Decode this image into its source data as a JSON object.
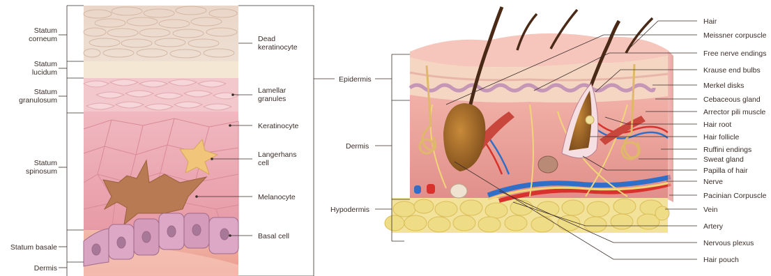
{
  "left_panel": {
    "layers_left": [
      {
        "id": "stratum-corneum",
        "lines": [
          "Statum",
          "corneum"
        ]
      },
      {
        "id": "stratum-lucidum",
        "lines": [
          "Statum",
          "lucidum"
        ]
      },
      {
        "id": "stratum-granulosum",
        "lines": [
          "Statum",
          "granulosum"
        ]
      },
      {
        "id": "stratum-spinosum",
        "lines": [
          "Statum",
          "spinosum"
        ]
      },
      {
        "id": "stratum-basale",
        "lines": [
          "Statum basale"
        ]
      },
      {
        "id": "dermis",
        "lines": [
          "Dermis"
        ]
      }
    ],
    "labels_right": [
      {
        "id": "dead-keratinocyte",
        "lines": [
          "Dead",
          "keratinocyte"
        ]
      },
      {
        "id": "lamellar-granules",
        "lines": [
          "Lamellar",
          "granules"
        ]
      },
      {
        "id": "keratinocyte",
        "lines": [
          "Keratinocyte"
        ]
      },
      {
        "id": "langerhans-cell",
        "lines": [
          "Langerhans",
          "cell"
        ]
      },
      {
        "id": "melanocyte",
        "lines": [
          "Melanocyte"
        ]
      },
      {
        "id": "basal-cell",
        "lines": [
          "Basal cell"
        ]
      }
    ]
  },
  "right_panel": {
    "layers_left": [
      {
        "id": "epidermis",
        "text": "Epidermis"
      },
      {
        "id": "dermis",
        "text": "Dermis"
      },
      {
        "id": "hypodermis",
        "text": "Hypodermis"
      }
    ],
    "labels_right": [
      {
        "id": "hair",
        "text": "Hair"
      },
      {
        "id": "meissner-corpuscle",
        "text": "Meissner corpuscle"
      },
      {
        "id": "free-nerve-endings",
        "text": "Free nerve endings"
      },
      {
        "id": "krause-end-bulbs",
        "text": "Krause end bulbs"
      },
      {
        "id": "merkel-disks",
        "text": "Merkel disks"
      },
      {
        "id": "cebaceous-gland",
        "text": "Cebaceous gland"
      },
      {
        "id": "arrector-pili-muscle",
        "text": "Arrector pili muscle"
      },
      {
        "id": "hair-root",
        "text": "Hair root"
      },
      {
        "id": "hair-follicle",
        "text": "Hair follicle"
      },
      {
        "id": "ruffini-endings",
        "text": "Ruffini endings"
      },
      {
        "id": "sweat-gland",
        "text": "Sweat gland"
      },
      {
        "id": "papilla-of-hair",
        "text": "Papilla of hair"
      },
      {
        "id": "nerve",
        "text": "Nerve"
      },
      {
        "id": "pacinian-corpuscle",
        "text": "Pacinian Corpuscle"
      },
      {
        "id": "vein",
        "text": "Vein"
      },
      {
        "id": "artery",
        "text": "Artery"
      },
      {
        "id": "nervous-plexus",
        "text": "Nervous plexus"
      },
      {
        "id": "hair-pouch",
        "text": "Hair pouch"
      }
    ]
  },
  "colors": {
    "label_text": "#3a2c28",
    "corneum": "#ecd9cc",
    "lucidum": "#f3e8d4",
    "granulosum": "#f2c5cc",
    "spinosum": "#ecaab4",
    "melanocyte": "#b7774f",
    "langerhans": "#f1c57a",
    "basal_cell": "#d59bbb",
    "dermis": "#f0b3a6",
    "hair": "#4a2a16",
    "fat": "#efdc86",
    "vein": "#2f6fc8",
    "artery": "#d8322c",
    "nerve": "#f2d479"
  }
}
